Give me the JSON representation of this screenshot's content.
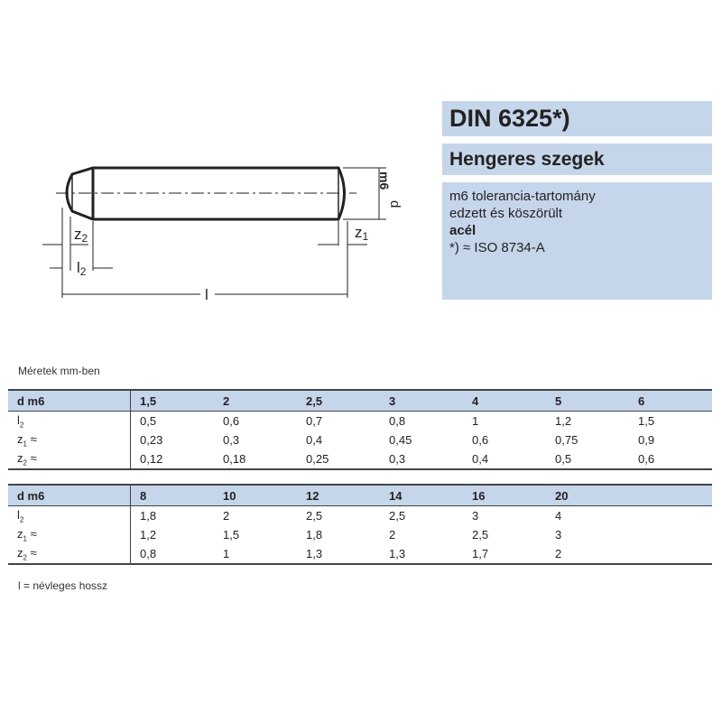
{
  "title": "DIN 6325*)",
  "subtitle": "Hengeres szegek",
  "description": [
    "m6 tolerancia-tartomány",
    "edzett és köszörült",
    "acél",
    "*) ≈ ISO 8734-A"
  ],
  "drawing_labels": {
    "d": "d",
    "m6": "m6",
    "z1": "z",
    "z1_sub": "1",
    "z2": "z",
    "z2_sub": "2",
    "l2": "l",
    "l2_sub": "2",
    "l": "l"
  },
  "units_note": "Méretek mm-ben",
  "row_labels": {
    "d": "d m6",
    "l2": "l",
    "l2_sub": "2",
    "z1": "z",
    "z1_sub": "1",
    "z1_suffix": " ≈",
    "z2": "z",
    "z2_sub": "2",
    "z2_suffix": " ≈"
  },
  "tables": [
    {
      "d": [
        "1,5",
        "2",
        "2,5",
        "3",
        "4",
        "5",
        "6"
      ],
      "l2": [
        "0,5",
        "0,6",
        "0,7",
        "0,8",
        "1",
        "1,2",
        "1,5"
      ],
      "z1": [
        "0,23",
        "0,3",
        "0,4",
        "0,45",
        "0,6",
        "0,75",
        "0,9"
      ],
      "z2": [
        "0,12",
        "0,18",
        "0,25",
        "0,3",
        "0,4",
        "0,5",
        "0,6"
      ]
    },
    {
      "d": [
        "8",
        "10",
        "12",
        "14",
        "16",
        "20",
        ""
      ],
      "l2": [
        "1,8",
        "2",
        "2,5",
        "2,5",
        "3",
        "4",
        ""
      ],
      "z1": [
        "1,2",
        "1,5",
        "1,8",
        "2",
        "2,5",
        "3",
        ""
      ],
      "z2": [
        "0,8",
        "1",
        "1,3",
        "1,3",
        "1,7",
        "2",
        ""
      ]
    }
  ],
  "footer_note": "l = névleges hossz"
}
